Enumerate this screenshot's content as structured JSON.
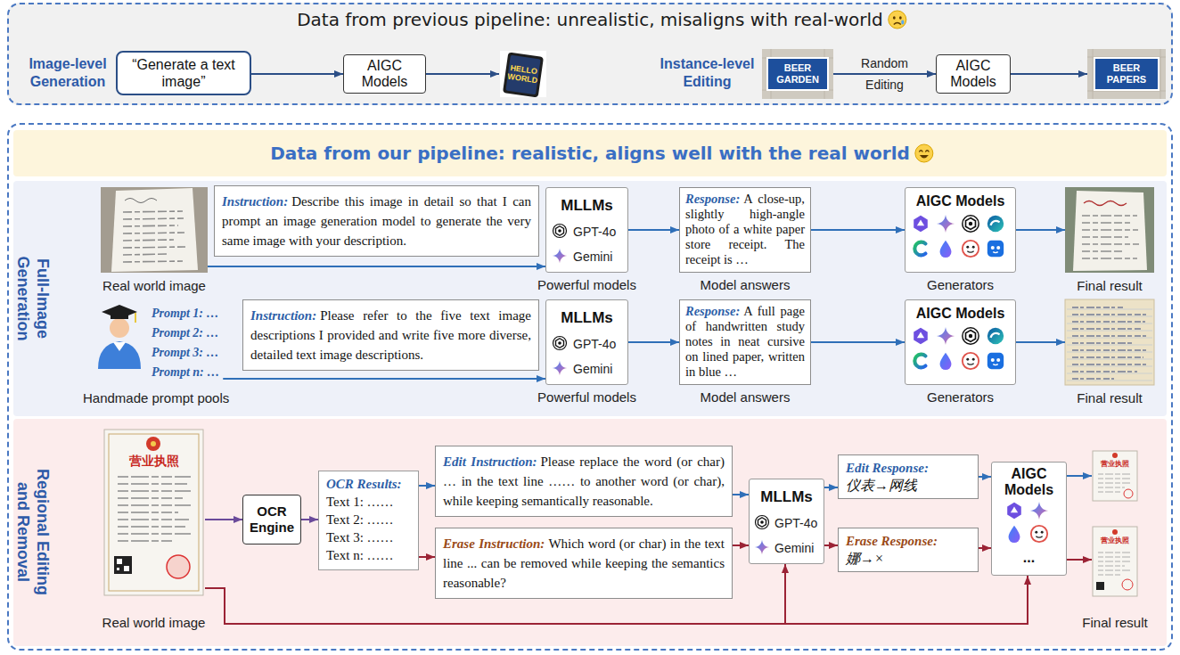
{
  "diagram": {
    "nodes": [
      {
        "text": [
          "Data from previous pipeline: unrealistic, misaligns with real-world"
        ]
      },
      {
        "text": [
          "“Generate a text image”"
        ],
        "in": 0
      },
      {
        "text": [
          "AIGC Models"
        ],
        "in": 0
      },
      {
        "text": [
          "HELLO WORLD"
        ],
        "in": 0
      },
      {
        "text": [
          "BEER GARDEN"
        ],
        "in": 0
      },
      {
        "text": [
          "AIGC Models"
        ],
        "in": 0
      },
      {
        "text": [
          "BEER PAPERS"
        ],
        "in": 0
      },
      {
        "text": [
          "Data from our pipeline: realistic, aligns well with the real world"
        ]
      },
      {
        "text": [
          "Full-Image Generation"
        ],
        "in": 7
      },
      {
        "text": [
          "Real world image"
        ],
        "in": 8
      },
      {
        "text": [
          "Instruction:",
          "Describe this image in detail so that I can prompt an image generation model to generate the very same image with your description."
        ],
        "in": 8
      },
      {
        "text": [
          "MLLMs",
          "GPT-4o",
          "Gemini",
          "Powerful models"
        ],
        "in": 8
      },
      {
        "text": [
          "Response:",
          "A close-up, slightly high-angle photo of a white paper store receipt. The receipt is …",
          "Model answers"
        ],
        "in": 8
      },
      {
        "text": [
          "AIGC Models",
          "Generators"
        ],
        "in": 8
      },
      {
        "text": [
          "Final result"
        ],
        "in": 8
      },
      {
        "text": [
          "Prompt 1: …",
          "Prompt 2: …",
          "Prompt 3: …",
          "Prompt n: …",
          "Handmade prompt pools"
        ],
        "in": 8
      },
      {
        "text": [
          "Instruction:",
          "Please refer to the five text image descriptions I provided and write five more diverse, detailed text image descriptions."
        ],
        "in": 8
      },
      {
        "text": [
          "MLLMs",
          "GPT-4o",
          "Gemini",
          "Powerful models"
        ],
        "in": 8
      },
      {
        "text": [
          "Response:",
          "A full page of handwritten study notes in neat cursive on lined paper, written in blue …",
          "Model answers"
        ],
        "in": 8
      },
      {
        "text": [
          "AIGC Models",
          "Generators"
        ],
        "in": 8
      },
      {
        "text": [
          "Final result"
        ],
        "in": 8
      },
      {
        "text": [
          "Regional Editing and Removal"
        ],
        "in": 7
      },
      {
        "text": [
          "营业执照",
          "Real world image"
        ],
        "in": 21
      },
      {
        "text": [
          "OCR Engine"
        ],
        "in": 21
      },
      {
        "text": [
          "OCR Results:",
          "Text 1: ……",
          "Text 2: ……",
          "Text 3: ……",
          "Text n: ……"
        ],
        "in": 21
      },
      {
        "text": [
          "Edit Instruction:",
          "Please replace the word (or char) … in the text line …… to another word (or char), while keeping semantically reasonable."
        ],
        "in": 21
      },
      {
        "text": [
          "Erase Instruction:",
          "Which word (or char) in the text line ... can be removed while keeping the semantics reasonable?"
        ],
        "in": 21
      },
      {
        "text": [
          "MLLMs",
          "GPT-4o",
          "Gemini"
        ],
        "in": 21
      },
      {
        "text": [
          "Edit Response:",
          "仪表→网线"
        ],
        "in": 21
      },
      {
        "text": [
          "Erase Response:",
          "娜→×"
        ],
        "in": 21
      },
      {
        "text": [
          "AIGC Models",
          "..."
        ],
        "in": 21
      },
      {
        "text": [
          "营业执照"
        ],
        "in": 21
      },
      {
        "text": [
          "营业执照",
          "Final result"
        ],
        "in": 21
      }
    ],
    "edges": [
      {
        "from": 1,
        "to": 2,
        "arrow": "to"
      },
      {
        "from": 2,
        "to": 3,
        "arrow": "to"
      },
      {
        "from": 4,
        "to": 5,
        "label": "Random Editing",
        "arrow": "to"
      },
      {
        "from": 5,
        "to": 6,
        "arrow": "to"
      },
      {
        "from": 9,
        "to": 11,
        "arrow": "to"
      },
      {
        "from": 11,
        "to": 12,
        "arrow": "to"
      },
      {
        "from": 12,
        "to": 13,
        "arrow": "to"
      },
      {
        "from": 13,
        "to": 14,
        "arrow": "to"
      },
      {
        "from": 15,
        "to": 17,
        "arrow": "to"
      },
      {
        "from": 17,
        "to": 18,
        "arrow": "to"
      },
      {
        "from": 18,
        "to": 19,
        "arrow": "to"
      },
      {
        "from": 19,
        "to": 20,
        "arrow": "to"
      },
      {
        "from": 22,
        "to": 23,
        "arrow": "to"
      },
      {
        "from": 23,
        "to": 24,
        "arrow": "to"
      },
      {
        "from": 24,
        "to": 25,
        "arrow": "to"
      },
      {
        "from": 24,
        "to": 26,
        "arrow": "to"
      },
      {
        "from": 25,
        "to": 27,
        "arrow": "to"
      },
      {
        "from": 26,
        "to": 27,
        "arrow": "to"
      },
      {
        "from": 27,
        "to": 28,
        "arrow": "to"
      },
      {
        "from": 27,
        "to": 29,
        "arrow": "to"
      },
      {
        "from": 28,
        "to": 30,
        "arrow": "to"
      },
      {
        "from": 29,
        "to": 30,
        "arrow": "to"
      },
      {
        "from": 30,
        "to": 31,
        "arrow": "to"
      },
      {
        "from": 30,
        "to": 32,
        "arrow": "to"
      },
      {
        "from": 22,
        "to": 27,
        "arrow": "to"
      },
      {
        "from": 22,
        "to": 30,
        "arrow": "to"
      }
    ],
    "labels": [
      "Image-level Generation",
      "Instance-level Editing"
    ]
  }
}
